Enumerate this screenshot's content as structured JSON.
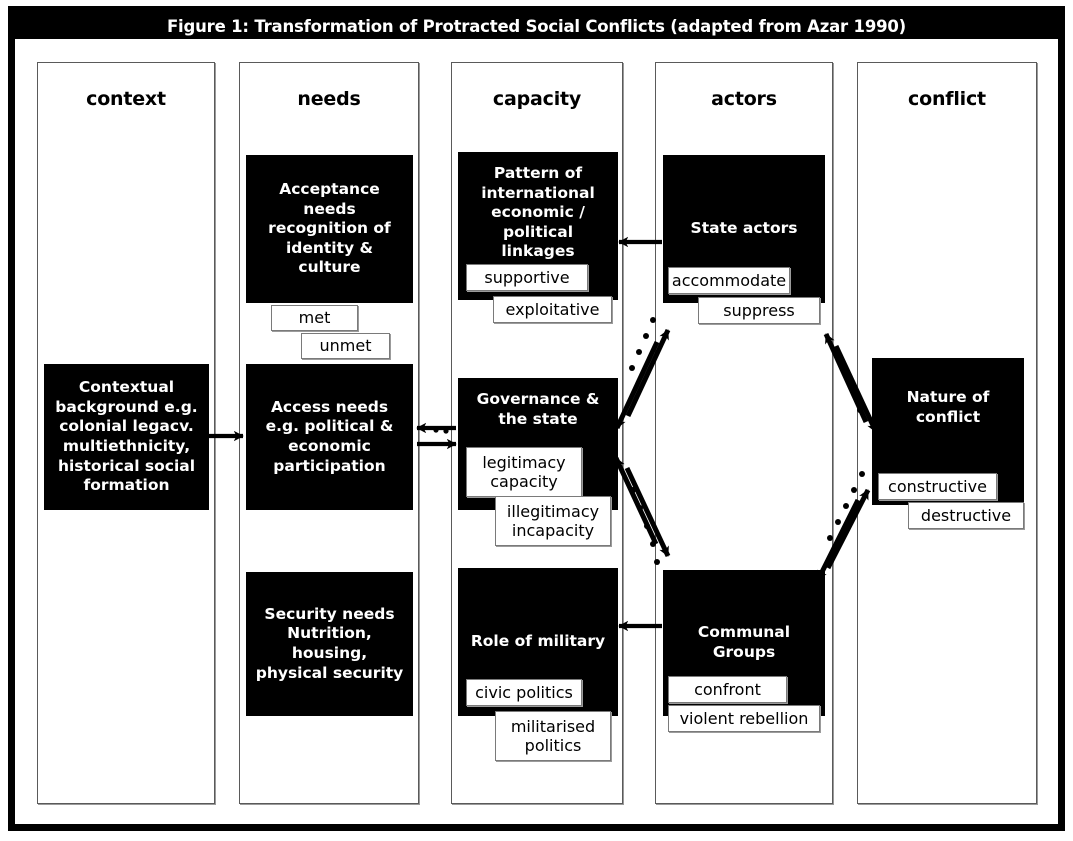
{
  "figure": {
    "title": "Figure 1: Transformation of Protracted Social Conflicts (adapted from Azar 1990)",
    "colors": {
      "ink": "#000000",
      "paper": "#ffffff",
      "rule": "#5a5a5a"
    }
  },
  "columns": [
    {
      "key": "context",
      "header": "context"
    },
    {
      "key": "needs",
      "header": "needs"
    },
    {
      "key": "capacity",
      "header": "capacity"
    },
    {
      "key": "actors",
      "header": "actors"
    },
    {
      "key": "conflict",
      "header": "conflict"
    }
  ],
  "blocks": {
    "contextual_background": "Contextual background e.g. colonial legacv. multiethnicity, historical social formation",
    "acceptance_needs": "Acceptance needs recognition of identity & culture",
    "access_needs": "Access needs e.g. political & economic participation",
    "security_needs": "Security needs Nutrition, housing, physical security",
    "international_linkages": "Pattern of international economic / political linkages",
    "governance_state": "Governance & the state",
    "role_of_military": "Role of military",
    "state_actors": "State actors",
    "communal_groups": "Communal Groups",
    "nature_of_conflict": "Nature of conflict"
  },
  "tags": {
    "met": "met",
    "unmet": "unmet",
    "supportive": "supportive",
    "exploitative": "exploitative",
    "legitimacy_capacity": "legitimacy capacity",
    "illegitimacy_incapacity": "illegitimacy incapacity",
    "civic_politics": "civic politics",
    "militarised_politics": "militarised politics",
    "accommodate": "accommodate",
    "suppress": "suppress",
    "confront": "confront",
    "violent_rebellion": "violent rebellion",
    "constructive": "constructive",
    "destructive": "destructive"
  }
}
